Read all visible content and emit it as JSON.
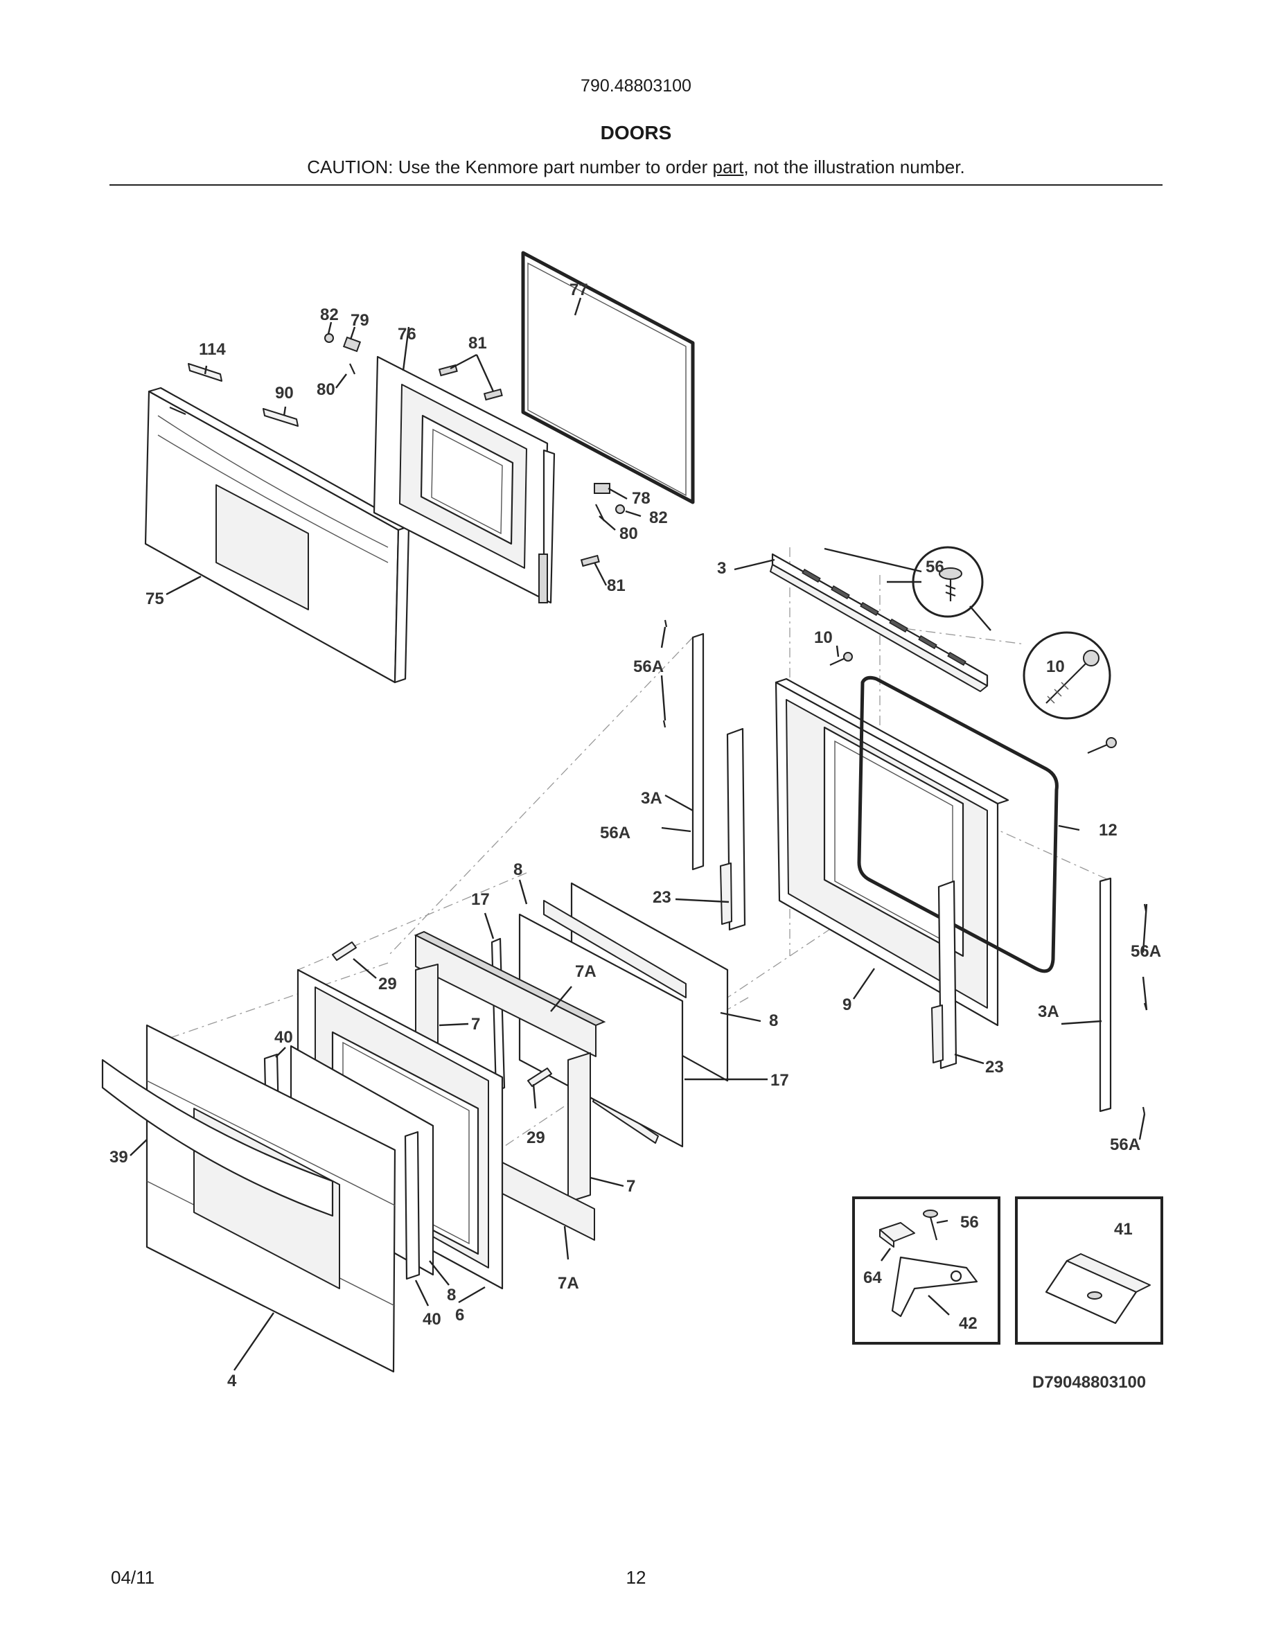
{
  "header": {
    "model_number": "790.48803100",
    "section_title": "DOORS",
    "caution_prefix": "CAUTION: Use the Kenmore part number to order ",
    "caution_underlined": "part",
    "caution_suffix": ", not the illustration number."
  },
  "callouts": {
    "c77": "77",
    "c82a": "82",
    "c79": "79",
    "c76": "76",
    "c81a": "81",
    "c114": "114",
    "c90": "90",
    "c80a": "80",
    "c78": "78",
    "c82b": "82",
    "c80b": "80",
    "c81b": "81",
    "c75": "75",
    "c3": "3",
    "c56": "56",
    "c10a": "10",
    "c10b": "10",
    "c56Aa": "56A",
    "c3Aa": "3A",
    "c56Ab": "56A",
    "c12": "12",
    "c8a": "8",
    "c17a": "17",
    "c23a": "23",
    "c29a": "29",
    "c7Aa": "7A",
    "c7a": "7",
    "c40a": "40",
    "c8b": "8",
    "c9": "9",
    "c56Ac": "56A",
    "c3Ab": "3A",
    "c17b": "17",
    "c23b": "23",
    "c29b": "29",
    "c39": "39",
    "c56Ad": "56A",
    "c7b": "7",
    "c8c": "8",
    "c7Ab": "7A",
    "c40b": "40",
    "c6": "6",
    "c4": "4",
    "c56b": "56",
    "c41": "41",
    "c64": "64",
    "c42": "42"
  },
  "footer": {
    "diagram_id": "D79048803100",
    "date": "04/11",
    "page_number": "12"
  }
}
